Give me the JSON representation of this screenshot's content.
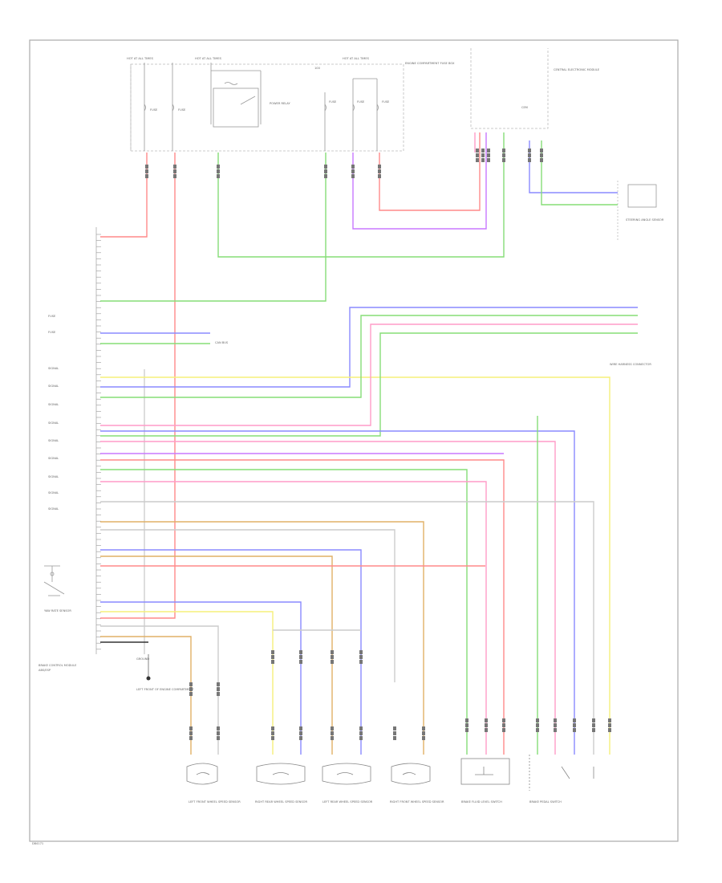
{
  "diagram": {
    "fuse_box": {
      "hot_labels": [
        "HOT AT ALL TIMES",
        "HOT AT ALL TIMES",
        "HOT AT ALL TIMES"
      ],
      "relay_label": "POWER RELAY",
      "fuse_labels": [
        "FUSE",
        "FUSE",
        "FUSE",
        "FUSE",
        "FUSE"
      ],
      "box_note": "ENGINE COMPARTMENT FUSE BOX",
      "ref_number": "100"
    },
    "central_unit": {
      "label": "CENTRAL ELECTRONIC MODULE",
      "inner_label": "CEM"
    },
    "brake_switch": {
      "label": "STEERING ANGLE SENSOR"
    },
    "control_module": {
      "label": "BRAKE CONTROL MODULE",
      "sub_label": "ABS/ESP"
    },
    "left_pins": [
      "FUSE",
      "FUSE",
      "SIGNAL",
      "SIGNAL",
      "SIGNAL",
      "SIGNAL",
      "SIGNAL",
      "SIGNAL",
      "SIGNAL",
      "SIGNAL",
      "SIGNAL"
    ],
    "can_label": "CAN BUS",
    "yaw_sensor": {
      "label": "YAW RATE SENSOR"
    },
    "ground_label": "GROUND",
    "ground_note": "LEFT FRONT OF ENGINE COMPARTMENT",
    "right_connector_note": "WIRE HARNESS CONNECTOR",
    "sensors": [
      "LEFT FRONT WHEEL SPEED SENSOR",
      "RIGHT REAR WHEEL SPEED SENSOR",
      "LEFT REAR WHEEL SPEED SENSOR",
      "RIGHT FRONT WHEEL SPEED SENSOR",
      "BRAKE FLUID LEVEL SWITCH",
      "BRAKE PEDAL SWITCH"
    ],
    "footer_code": "D84171"
  },
  "colors": {
    "red": "#ff8a8a",
    "pink": "#ff9cc8",
    "green": "#86dd77",
    "blue": "#8a8aff",
    "purple": "#c878ff",
    "yellow": "#f5f07a",
    "orange": "#e0b066",
    "gray": "#cccccc",
    "black": "#333333"
  }
}
